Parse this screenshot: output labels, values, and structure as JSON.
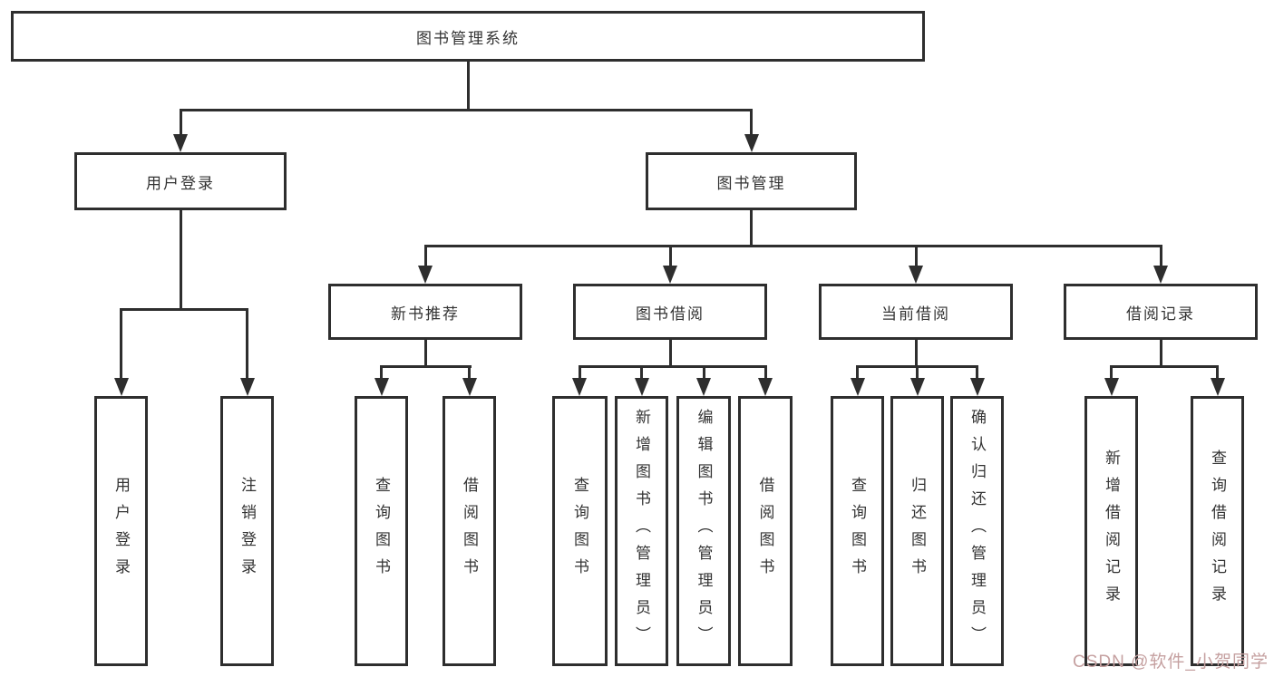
{
  "diagram": {
    "type": "hierarchy-tree",
    "title": "图书管理系统"
  },
  "colors": {
    "line": "#2e2e2e",
    "box_border": "#2e2e2e",
    "text": "#333333",
    "background": "#ffffff",
    "watermark": "#c5a0a0"
  },
  "watermark": {
    "text": "CSDN @软件_小贺同学"
  },
  "nodes": [
    {
      "id": "root",
      "label": "图书管理系统",
      "level": 1,
      "parent": null
    },
    {
      "id": "user-login",
      "label": "用户登录",
      "level": 2,
      "parent": "root"
    },
    {
      "id": "book-mgmt",
      "label": "图书管理",
      "level": 2,
      "parent": "root"
    },
    {
      "id": "new-book-rec",
      "label": "新书推荐",
      "level": 3,
      "parent": "book-mgmt"
    },
    {
      "id": "book-borrow",
      "label": "图书借阅",
      "level": 3,
      "parent": "book-mgmt"
    },
    {
      "id": "current-borrow",
      "label": "当前借阅",
      "level": 3,
      "parent": "book-mgmt"
    },
    {
      "id": "borrow-records",
      "label": "借阅记录",
      "level": 3,
      "parent": "book-mgmt"
    },
    {
      "id": "login",
      "label": "用户登录",
      "level": 4,
      "parent": "user-login"
    },
    {
      "id": "logout",
      "label": "注销登录",
      "level": 4,
      "parent": "user-login"
    },
    {
      "id": "rec-query-books",
      "label": "查询图书",
      "level": 4,
      "parent": "new-book-rec"
    },
    {
      "id": "rec-borrow-books",
      "label": "借阅图书",
      "level": 4,
      "parent": "new-book-rec"
    },
    {
      "id": "bb-query-books",
      "label": "查询图书",
      "level": 4,
      "parent": "book-borrow"
    },
    {
      "id": "bb-add-books",
      "label": "新增图书（管理员）",
      "level": 4,
      "parent": "book-borrow"
    },
    {
      "id": "bb-edit-books",
      "label": "编辑图书（管理员）",
      "level": 4,
      "parent": "book-borrow"
    },
    {
      "id": "bb-borrow-books",
      "label": "借阅图书",
      "level": 4,
      "parent": "book-borrow"
    },
    {
      "id": "cb-query-books",
      "label": "查询图书",
      "level": 4,
      "parent": "current-borrow"
    },
    {
      "id": "cb-return-books",
      "label": "归还图书",
      "level": 4,
      "parent": "current-borrow"
    },
    {
      "id": "cb-confirm-return",
      "label": "确认归还（管理员）",
      "level": 4,
      "parent": "current-borrow"
    },
    {
      "id": "br-add-record",
      "label": "新增借阅记录",
      "level": 4,
      "parent": "borrow-records"
    },
    {
      "id": "br-query-record",
      "label": "查询借阅记录",
      "level": 4,
      "parent": "borrow-records"
    }
  ]
}
